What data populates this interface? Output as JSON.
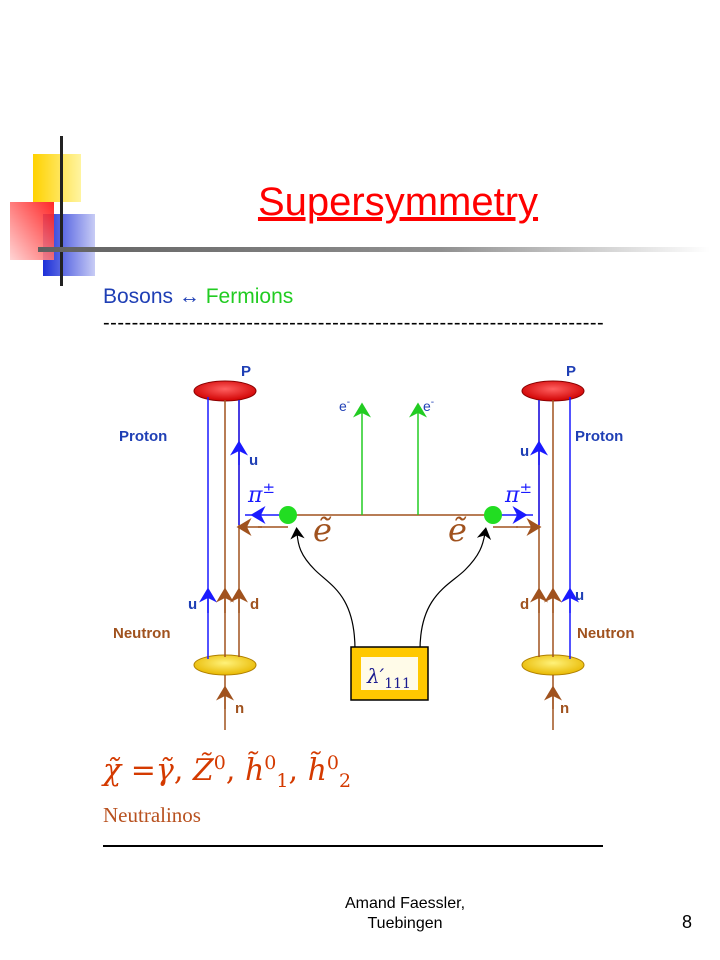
{
  "slide": {
    "title": "Supersymmetry",
    "header": {
      "bosons": "Bosons",
      "arrow": "↔",
      "fermions": "Fermions"
    },
    "dashes": "----------------------------------------------------------------------",
    "formula": {
      "chi": "χ̃",
      "eq": "=",
      "gamma": "γ̃",
      "z": "Z̃",
      "z_sup": "0",
      "h1": "h̃",
      "h1_sup": "0",
      "h1_sub": "1",
      "h2": "h̃",
      "h2_sup": "0",
      "h2_sub": "2",
      "comma": ","
    },
    "neutralinos": "Neutralinos",
    "footer": {
      "line1": "Amand Faessler,",
      "line2": "Tuebingen"
    },
    "page_number": "8"
  },
  "diagram": {
    "labels": {
      "p_left": "P",
      "p_right": "P",
      "proton_left": "Proton",
      "proton_right": "Proton",
      "neutron_left": "Neutron",
      "neutron_right": "Neutron",
      "u_left_top": "u",
      "u_right_top": "u",
      "u_left_bottom": "u",
      "u_right_bottom": "u",
      "d_left": "d",
      "d_right": "d",
      "n_left": "n",
      "n_right": "n",
      "e_left": "e",
      "e_right": "e",
      "e_sup": "-",
      "pi_left": "π",
      "pi_right": "π",
      "pi_sup": "±",
      "selectron_left": "ẽ",
      "selectron_right": "ẽ",
      "lambda": "λ′",
      "lambda_sub": "111"
    },
    "colors": {
      "blue": "#1a1aff",
      "brown": "#a0521e",
      "green": "#22cc22",
      "red": "#ee1111",
      "gold": "#ffd700",
      "navy": "#1f3fb5",
      "rust": "#b8511f"
    }
  }
}
